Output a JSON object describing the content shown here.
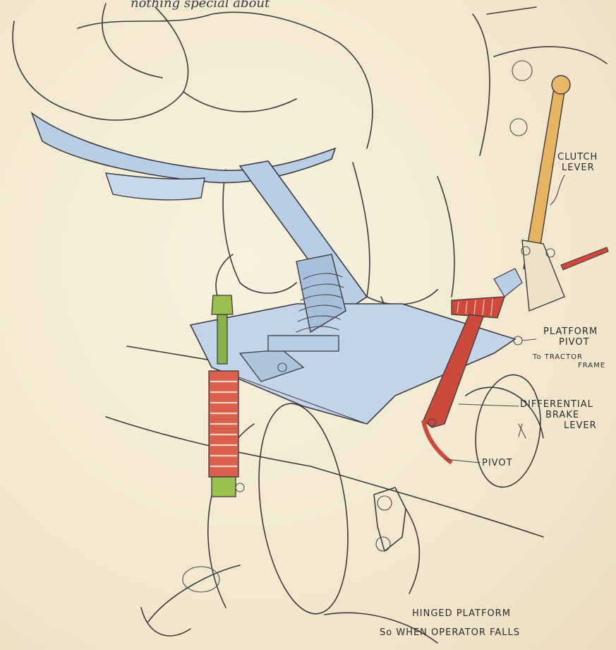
{
  "top_note": "nothing special about",
  "labels": {
    "clutch_lever": [
      "CLUTCH",
      "LEVER"
    ],
    "platform_pivot": [
      "PLATFORM",
      "PIVOT"
    ],
    "to_tractor_frame": [
      "To TRACTOR",
      "FRAME"
    ],
    "differential_brake_lever": [
      "DIFFERENTIAL",
      "BRAKE",
      "LEVER"
    ],
    "pivot": "PIVOT",
    "hinged_platform": [
      "HINGED PLATFORM",
      "So WHEN OPERATOR FALLS"
    ]
  },
  "colors": {
    "paper": "#f4ecd8",
    "pencil": "#3b3a40",
    "seat_blue": "#b9cde4",
    "lever_tan": "#e6b45e",
    "brake_red": "#d0483a",
    "spring_red": "#d8604c",
    "bolt_green": "#8ab04a"
  }
}
